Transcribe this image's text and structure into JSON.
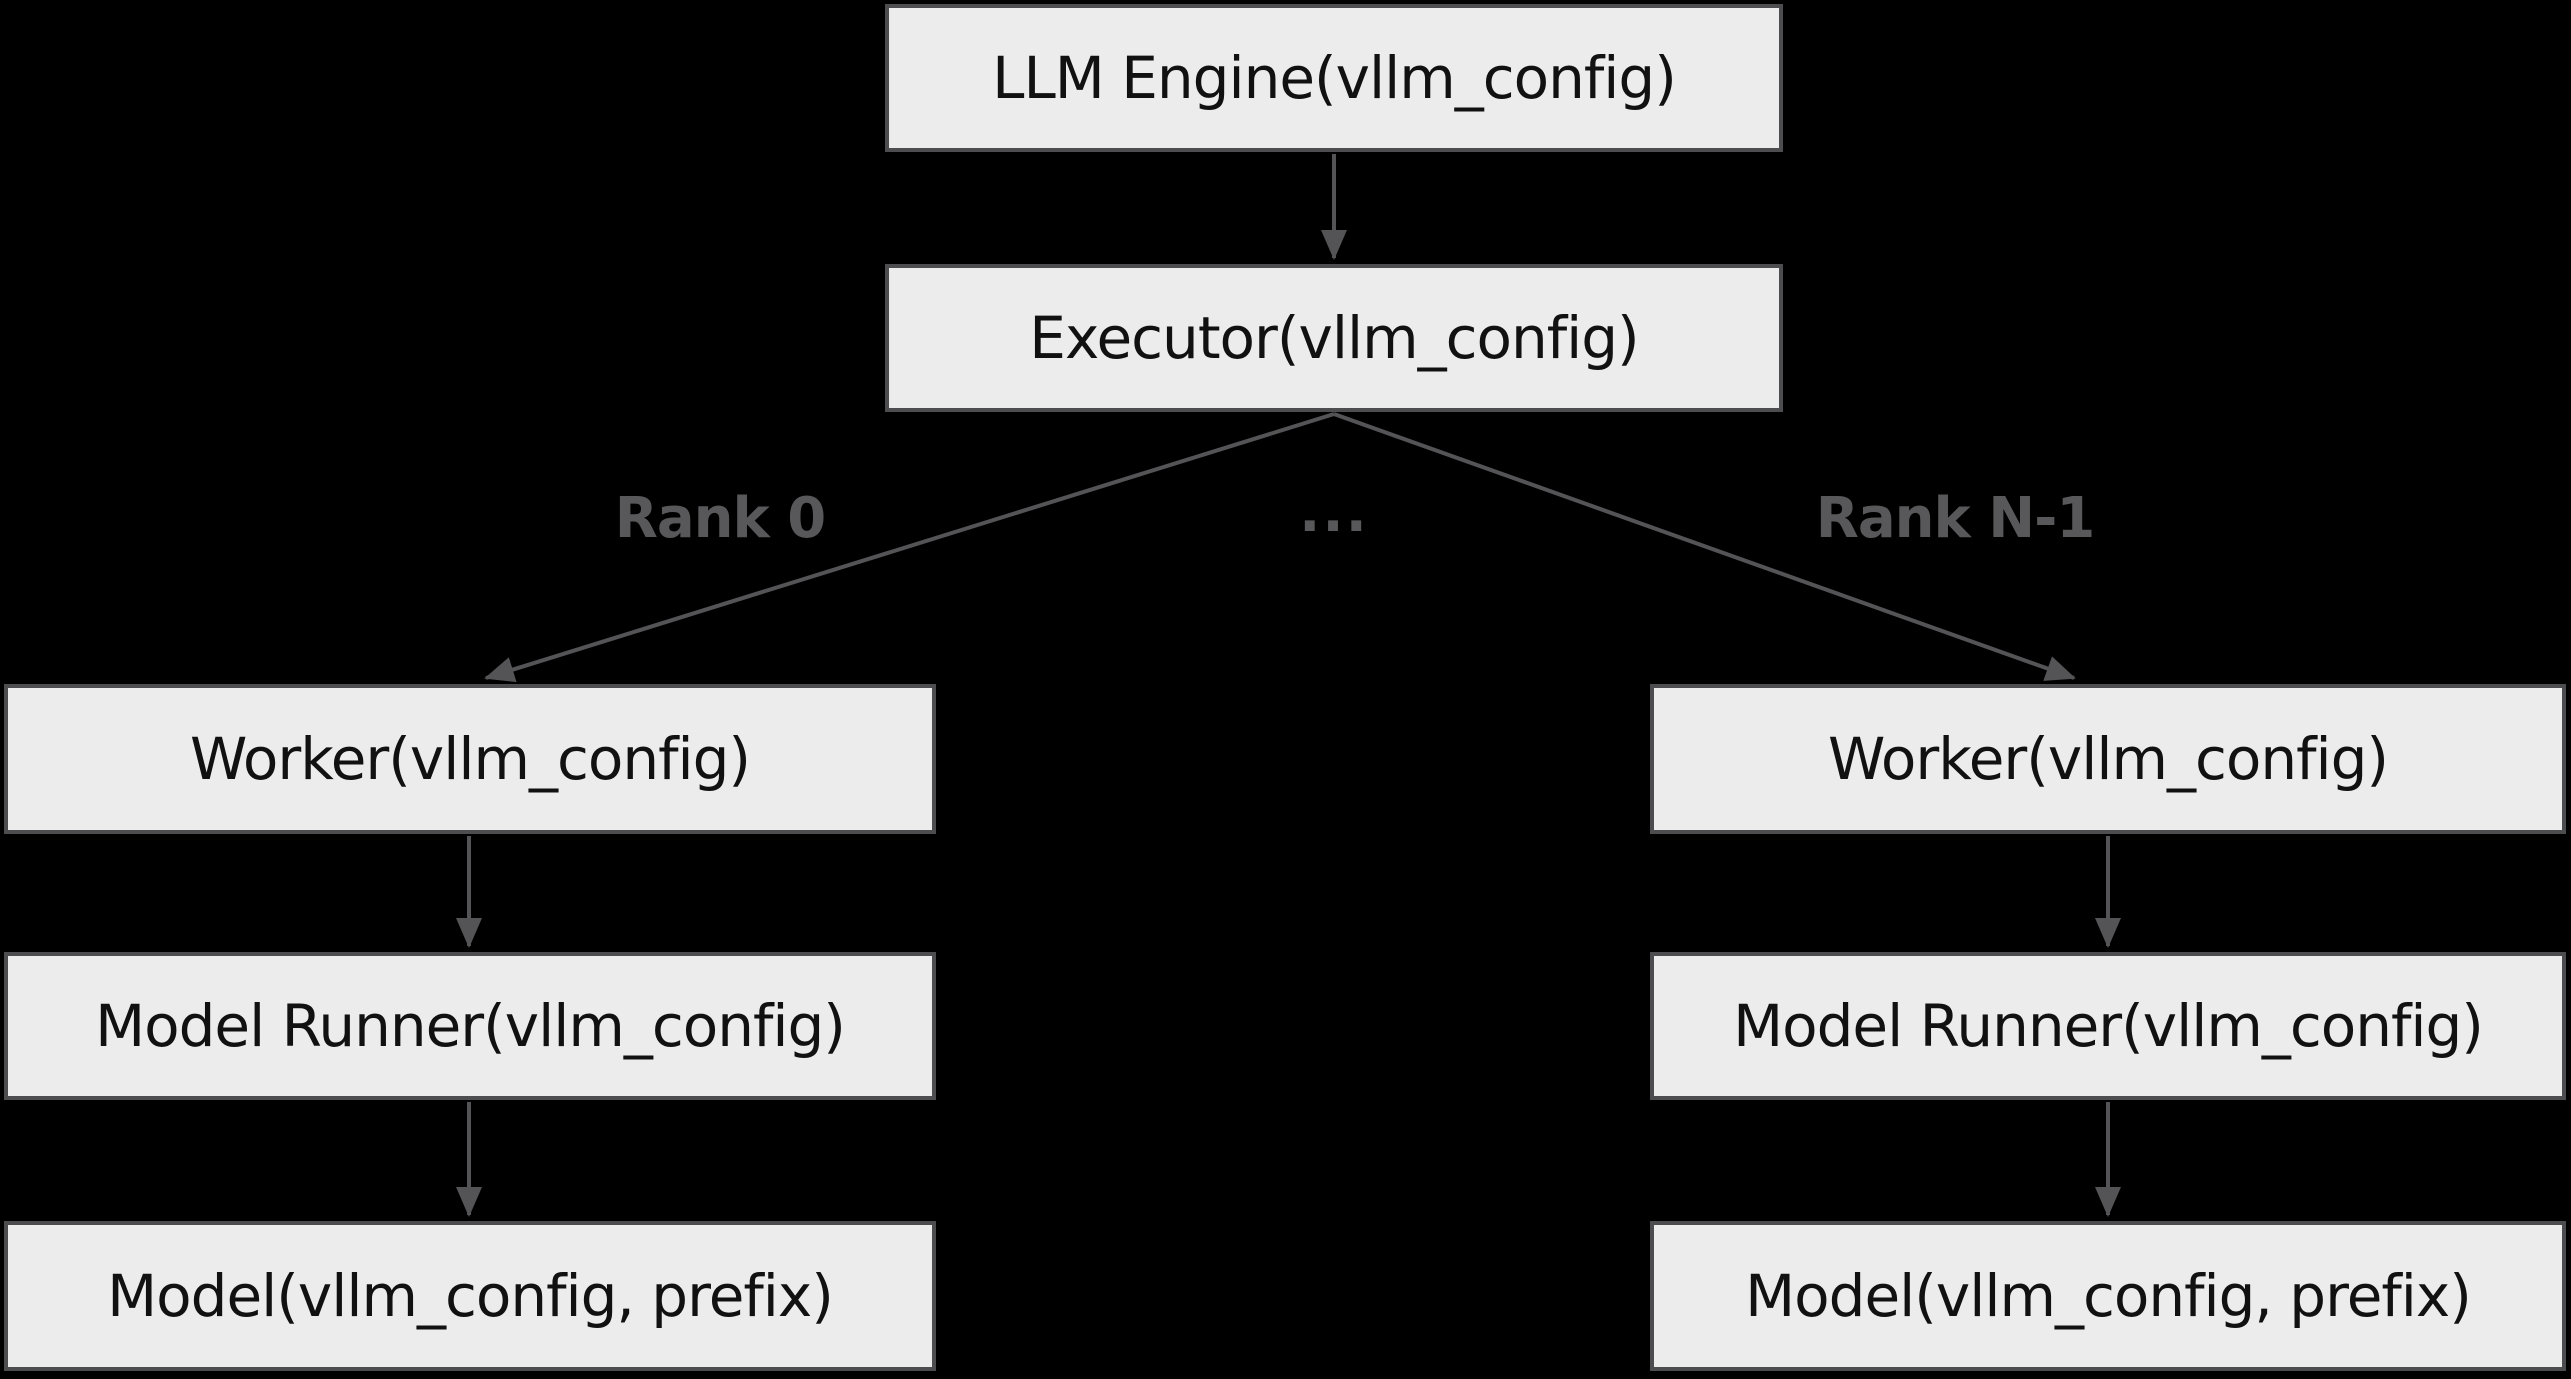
{
  "colors": {
    "background": "#000000",
    "node_fill": "#ececec",
    "node_border": "#4d4d4f",
    "node_text": "#111111",
    "edge": "#545456",
    "edge_label": "#58585a"
  },
  "diagram": {
    "nodes": {
      "engine": {
        "label": "LLM Engine(vllm_config)"
      },
      "executor": {
        "label": "Executor(vllm_config)"
      },
      "worker_left": {
        "label": "Worker(vllm_config)"
      },
      "worker_right": {
        "label": "Worker(vllm_config)"
      },
      "model_runner_left": {
        "label": "Model Runner(vllm_config)"
      },
      "model_runner_right": {
        "label": "Model Runner(vllm_config)"
      },
      "model_left": {
        "label": "Model(vllm_config, prefix)"
      },
      "model_right": {
        "label": "Model(vllm_config, prefix)"
      }
    },
    "edge_labels": {
      "rank0": "Rank 0",
      "ellipsis": "...",
      "rankn": "Rank N-1"
    }
  }
}
